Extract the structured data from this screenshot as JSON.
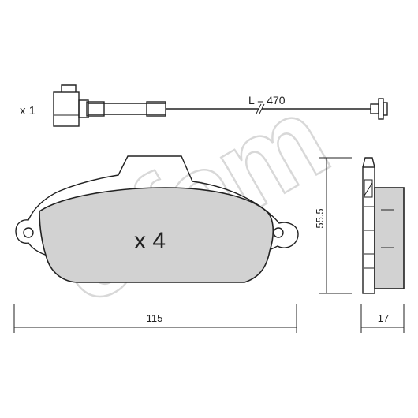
{
  "sensor": {
    "quantity_label": "x 1",
    "length_label": "L = 470"
  },
  "pad": {
    "quantity_label": "x 4",
    "width_label": "115",
    "height_label": "55.5",
    "thickness_label": "17"
  },
  "watermark": {
    "text": "cifam"
  },
  "colors": {
    "line": "#222222",
    "pad_fill": "#d2d2d2",
    "background": "#ffffff"
  }
}
